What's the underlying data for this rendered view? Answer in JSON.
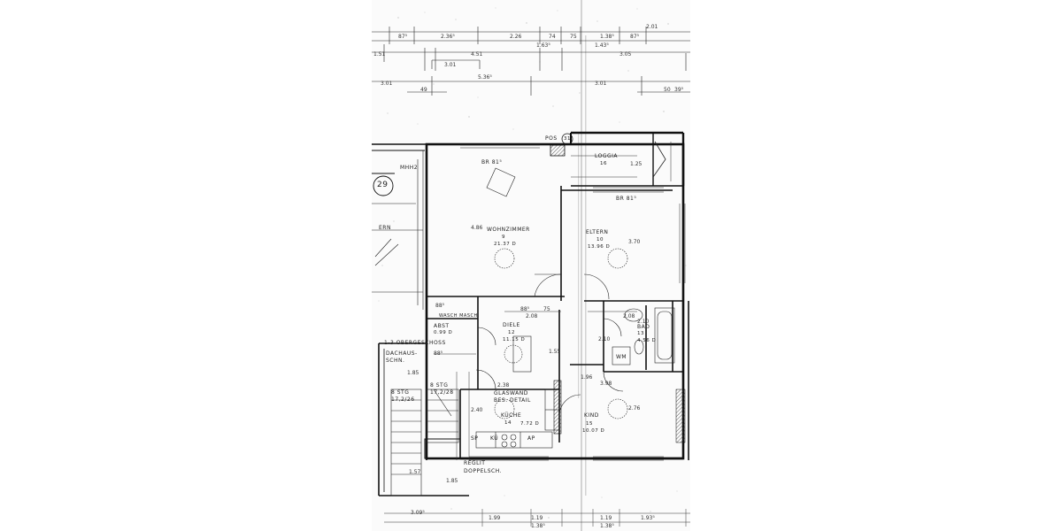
{
  "plan": {
    "rooms": {
      "wohnzimmer": {
        "name": "WOHNZIMMER",
        "number": "9",
        "area": "21.37 D"
      },
      "eltern": {
        "name": "ELTERN",
        "number": "10",
        "area": "13.96 D"
      },
      "diele": {
        "name": "DIELE",
        "number": "12",
        "area": "11.15 D"
      },
      "bad": {
        "name": "BAD",
        "number": "13",
        "area": "4.56 D"
      },
      "kueche": {
        "name": "KÜCHE",
        "number": "14",
        "area": "7.72 D"
      },
      "kind": {
        "name": "KIND",
        "number": "15",
        "area": "10.07 D"
      },
      "loggia": {
        "name": "LOGGIA",
        "number": "16"
      },
      "abstell": {
        "name": "ABST",
        "area": "0.99 D"
      }
    },
    "labels": {
      "obergeschoss": "1-3 OBERGESCHOSS",
      "dachaus": "DACHAUS-",
      "schn": "SCHN.",
      "pos": "POS",
      "pos_number": "31",
      "br_wohn": "BR 81⁵",
      "br_eltern": "BR 81⁵",
      "glaswand": "GLASWAND",
      "bes_detail": "BES. DETAIL",
      "sp": "SP",
      "ku": "KÜ",
      "ap": "AP",
      "wm": "WM",
      "reglit": "REGLIT",
      "doppelsch": "DOPPELSCH.",
      "stg_left": "8 STG",
      "stg_left_ratio": "17,2/26",
      "stg_right": "8 STG",
      "stg_right_ratio": "17,2/28",
      "marker": "29",
      "mhh": "MHH2",
      "ern": "ERN",
      "waschmaschine": "WASCH MASCH."
    },
    "dimensions": {
      "top": [
        "87⁵",
        "2.36⁵",
        "2.26",
        "74",
        "75",
        "1.38⁵",
        "87⁵"
      ],
      "top_row2": [
        "1.51",
        "4.51",
        "1.63⁵",
        "1.43⁵",
        "3.05"
      ],
      "top_row3": [
        "3.01",
        "5.36⁵",
        "3.01"
      ],
      "top_row4": [
        "49",
        "50",
        "39⁵"
      ],
      "top_small": [
        "2.01",
        "3.01"
      ],
      "bottom": [
        "3.09⁵",
        "1.99",
        "1.19",
        "1.19",
        "1.93⁵"
      ],
      "bottom_row2": [
        "1.38⁵",
        "1.38⁵"
      ],
      "inner": [
        "88⁵",
        "75",
        "2.08",
        "2.08",
        "88⁵",
        "1.55",
        "2.38",
        "1.85",
        "1.57",
        "1.85",
        "3.70",
        "4.86",
        "2.76",
        "2.40",
        "1.25",
        "2.10",
        "2.10",
        "3.98",
        "88⁵",
        "1.96"
      ]
    }
  }
}
